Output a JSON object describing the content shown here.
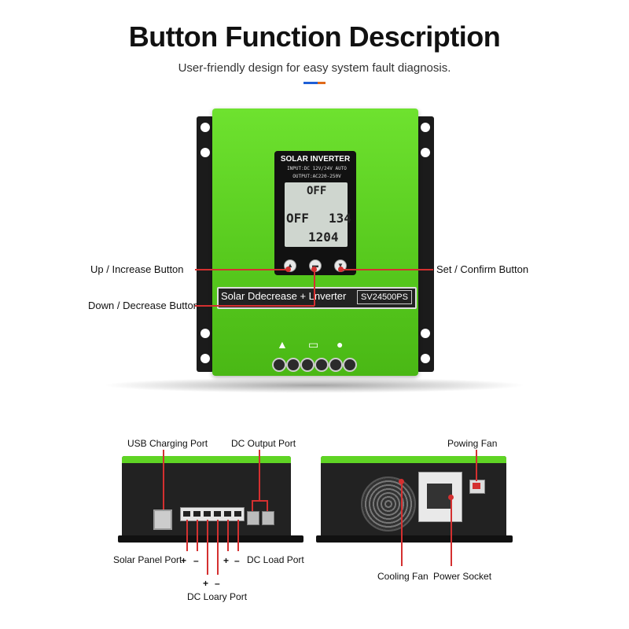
{
  "header": {
    "title": "Button Function Description",
    "subtitle": "User-friendly design for easy system fault diagnosis."
  },
  "colors": {
    "accent_blue": "#1f5fd6",
    "accent_orange": "#e06a1a",
    "body_green": "#5ccd22",
    "callout_red": "#d43030"
  },
  "device": {
    "lcd": {
      "title": "SOLAR INVERTER",
      "input": "INPUT:DC  12V/24V AUTO",
      "output": "OUTPUT:AC220-250V",
      "seg1": "OFF",
      "seg2": "OFF",
      "seg3": "134",
      "seg4": "1204"
    },
    "strip": {
      "left": "Solar Ddecrease + Lnverter",
      "right": "SV24500PS"
    }
  },
  "callouts": {
    "up": "Up / Increase Button",
    "down": "Down / Decrease Button",
    "set": "Set / Confirm Button",
    "usb": "USB Charging Port",
    "dc_output": "DC Output Port",
    "powing_fan": "Powing Fan",
    "solar_panel": "Solar Panel Port",
    "dc_load": "DC Load Port",
    "dc_loary": "DC Loary Port",
    "cooling_fan": "Cooling Fan",
    "power_socket": "Power Socket"
  }
}
